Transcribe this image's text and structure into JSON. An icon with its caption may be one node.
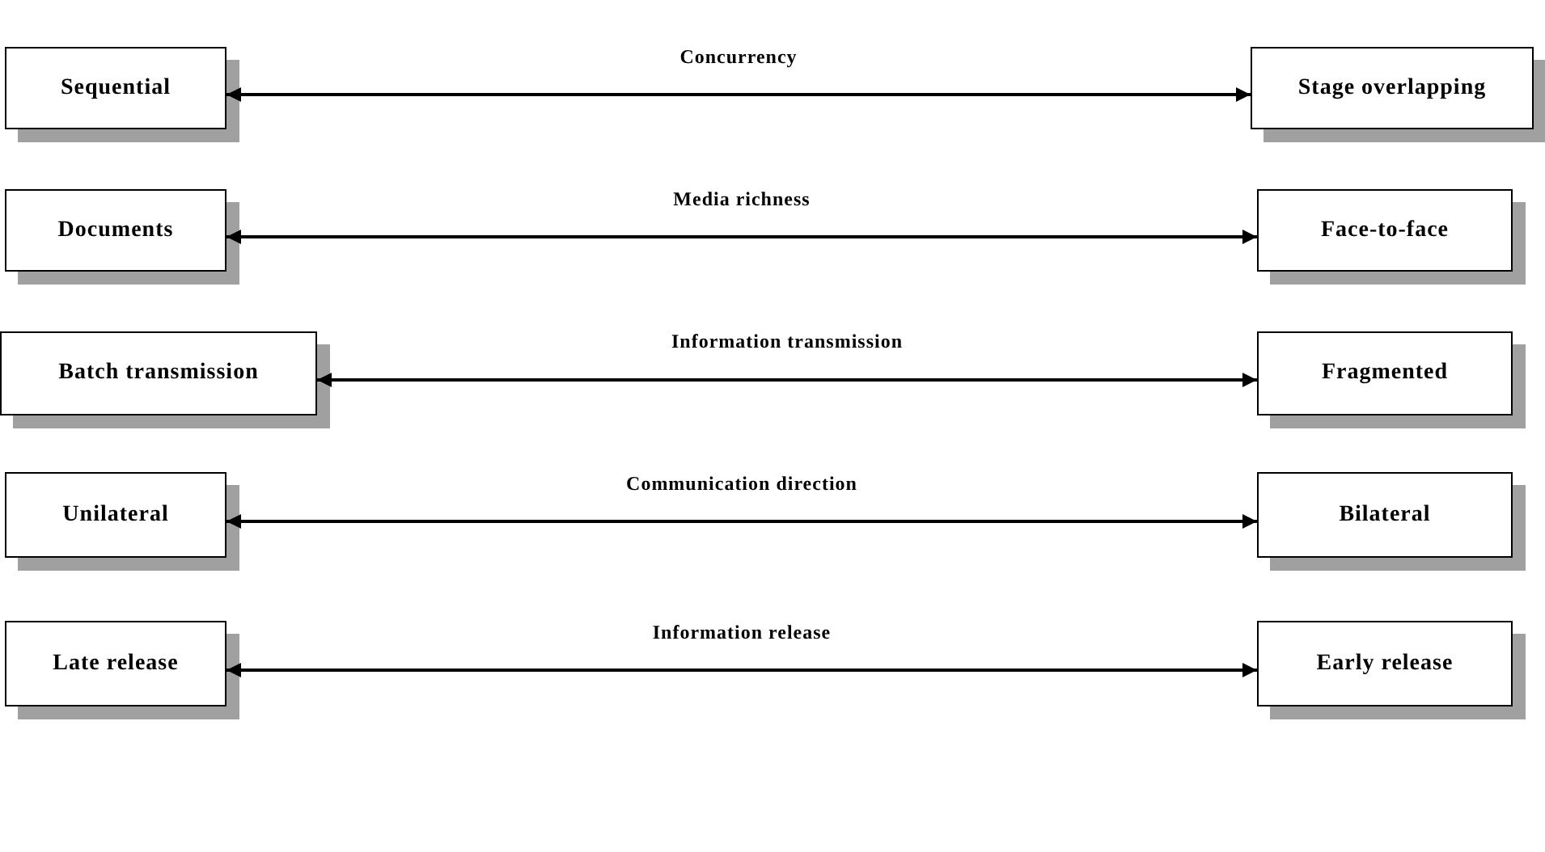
{
  "diagram": {
    "nodes": [
      {
        "text": [
          "Sequential"
        ]
      },
      {
        "text": [
          "Stage overlapping"
        ]
      },
      {
        "text": [
          "Documents"
        ]
      },
      {
        "text": [
          "Face-to-face"
        ]
      },
      {
        "text": [
          "Batch transmission"
        ]
      },
      {
        "text": [
          "Fragmented"
        ]
      },
      {
        "text": [
          "Unilateral"
        ]
      },
      {
        "text": [
          "Bilateral"
        ]
      },
      {
        "text": [
          "Late release"
        ]
      },
      {
        "text": [
          "Early release"
        ]
      }
    ],
    "edges": [
      {
        "from": 0,
        "to": 1,
        "arrow": "both",
        "label": "Concurrency"
      },
      {
        "from": 2,
        "to": 3,
        "arrow": "both",
        "label": "Media richness"
      },
      {
        "from": 4,
        "to": 5,
        "arrow": "both",
        "label": "Information transmission"
      },
      {
        "from": 6,
        "to": 7,
        "arrow": "both",
        "label": "Communication direction"
      },
      {
        "from": 8,
        "to": 9,
        "arrow": "both",
        "label": "Information release"
      }
    ]
  }
}
